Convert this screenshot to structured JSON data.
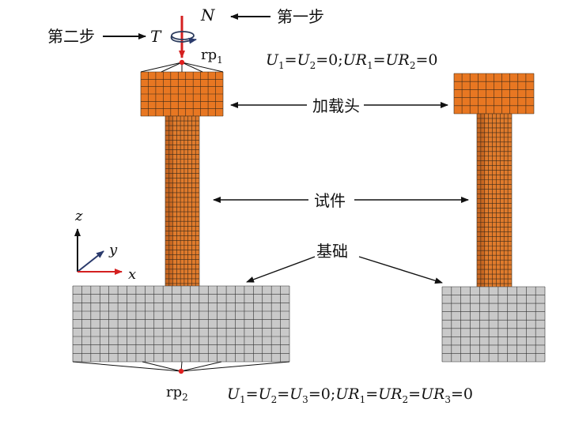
{
  "labels": {
    "force_N": "N",
    "torque_T": "T",
    "step1": "第一步",
    "step2": "第二步",
    "rp1": "rp",
    "rp1_sub": "1",
    "rp2": "rp",
    "rp2_sub": "2",
    "loading_head": "加载头",
    "specimen": "试件",
    "foundation": "基础",
    "axis_z": "z",
    "axis_y": "y",
    "axis_x": "x"
  },
  "constraints": {
    "top_parts": [
      {
        "t": "U",
        "sub": "1",
        "italic": true
      },
      {
        "t": "=",
        "sub": "",
        "italic": false
      },
      {
        "t": "U",
        "sub": "2",
        "italic": true
      },
      {
        "t": "=0;",
        "sub": "",
        "italic": false
      },
      {
        "t": "UR",
        "sub": "1",
        "italic": true
      },
      {
        "t": "=",
        "sub": "",
        "italic": false
      },
      {
        "t": "UR",
        "sub": "2",
        "italic": true
      },
      {
        "t": "=0",
        "sub": "",
        "italic": false
      }
    ],
    "bottom_parts": [
      {
        "t": "U",
        "sub": "1",
        "italic": true
      },
      {
        "t": "=",
        "sub": "",
        "italic": false
      },
      {
        "t": "U",
        "sub": "2",
        "italic": true
      },
      {
        "t": "=",
        "sub": "",
        "italic": false
      },
      {
        "t": "U",
        "sub": "3",
        "italic": true
      },
      {
        "t": "=0;",
        "sub": "",
        "italic": false
      },
      {
        "t": "UR",
        "sub": "1",
        "italic": true
      },
      {
        "t": "=",
        "sub": "",
        "italic": false
      },
      {
        "t": "UR",
        "sub": "2",
        "italic": true
      },
      {
        "t": "=",
        "sub": "",
        "italic": false
      },
      {
        "t": "UR",
        "sub": "3",
        "italic": true
      },
      {
        "t": "=0",
        "sub": "",
        "italic": false
      }
    ]
  },
  "colors": {
    "head": "#e87722",
    "column": "#e07b2c",
    "column_shade": "#b85a1a",
    "base": "#c9c9c9",
    "mesh_dark": "#3a2a1a",
    "mesh_base": "#333333",
    "reference_point": "#e02020",
    "force_arrow": "#d42020",
    "torque": "#2a3a5c",
    "axis_x": "#d42020",
    "axis_y": "#2a3a6c",
    "axis_z": "#111111"
  }
}
